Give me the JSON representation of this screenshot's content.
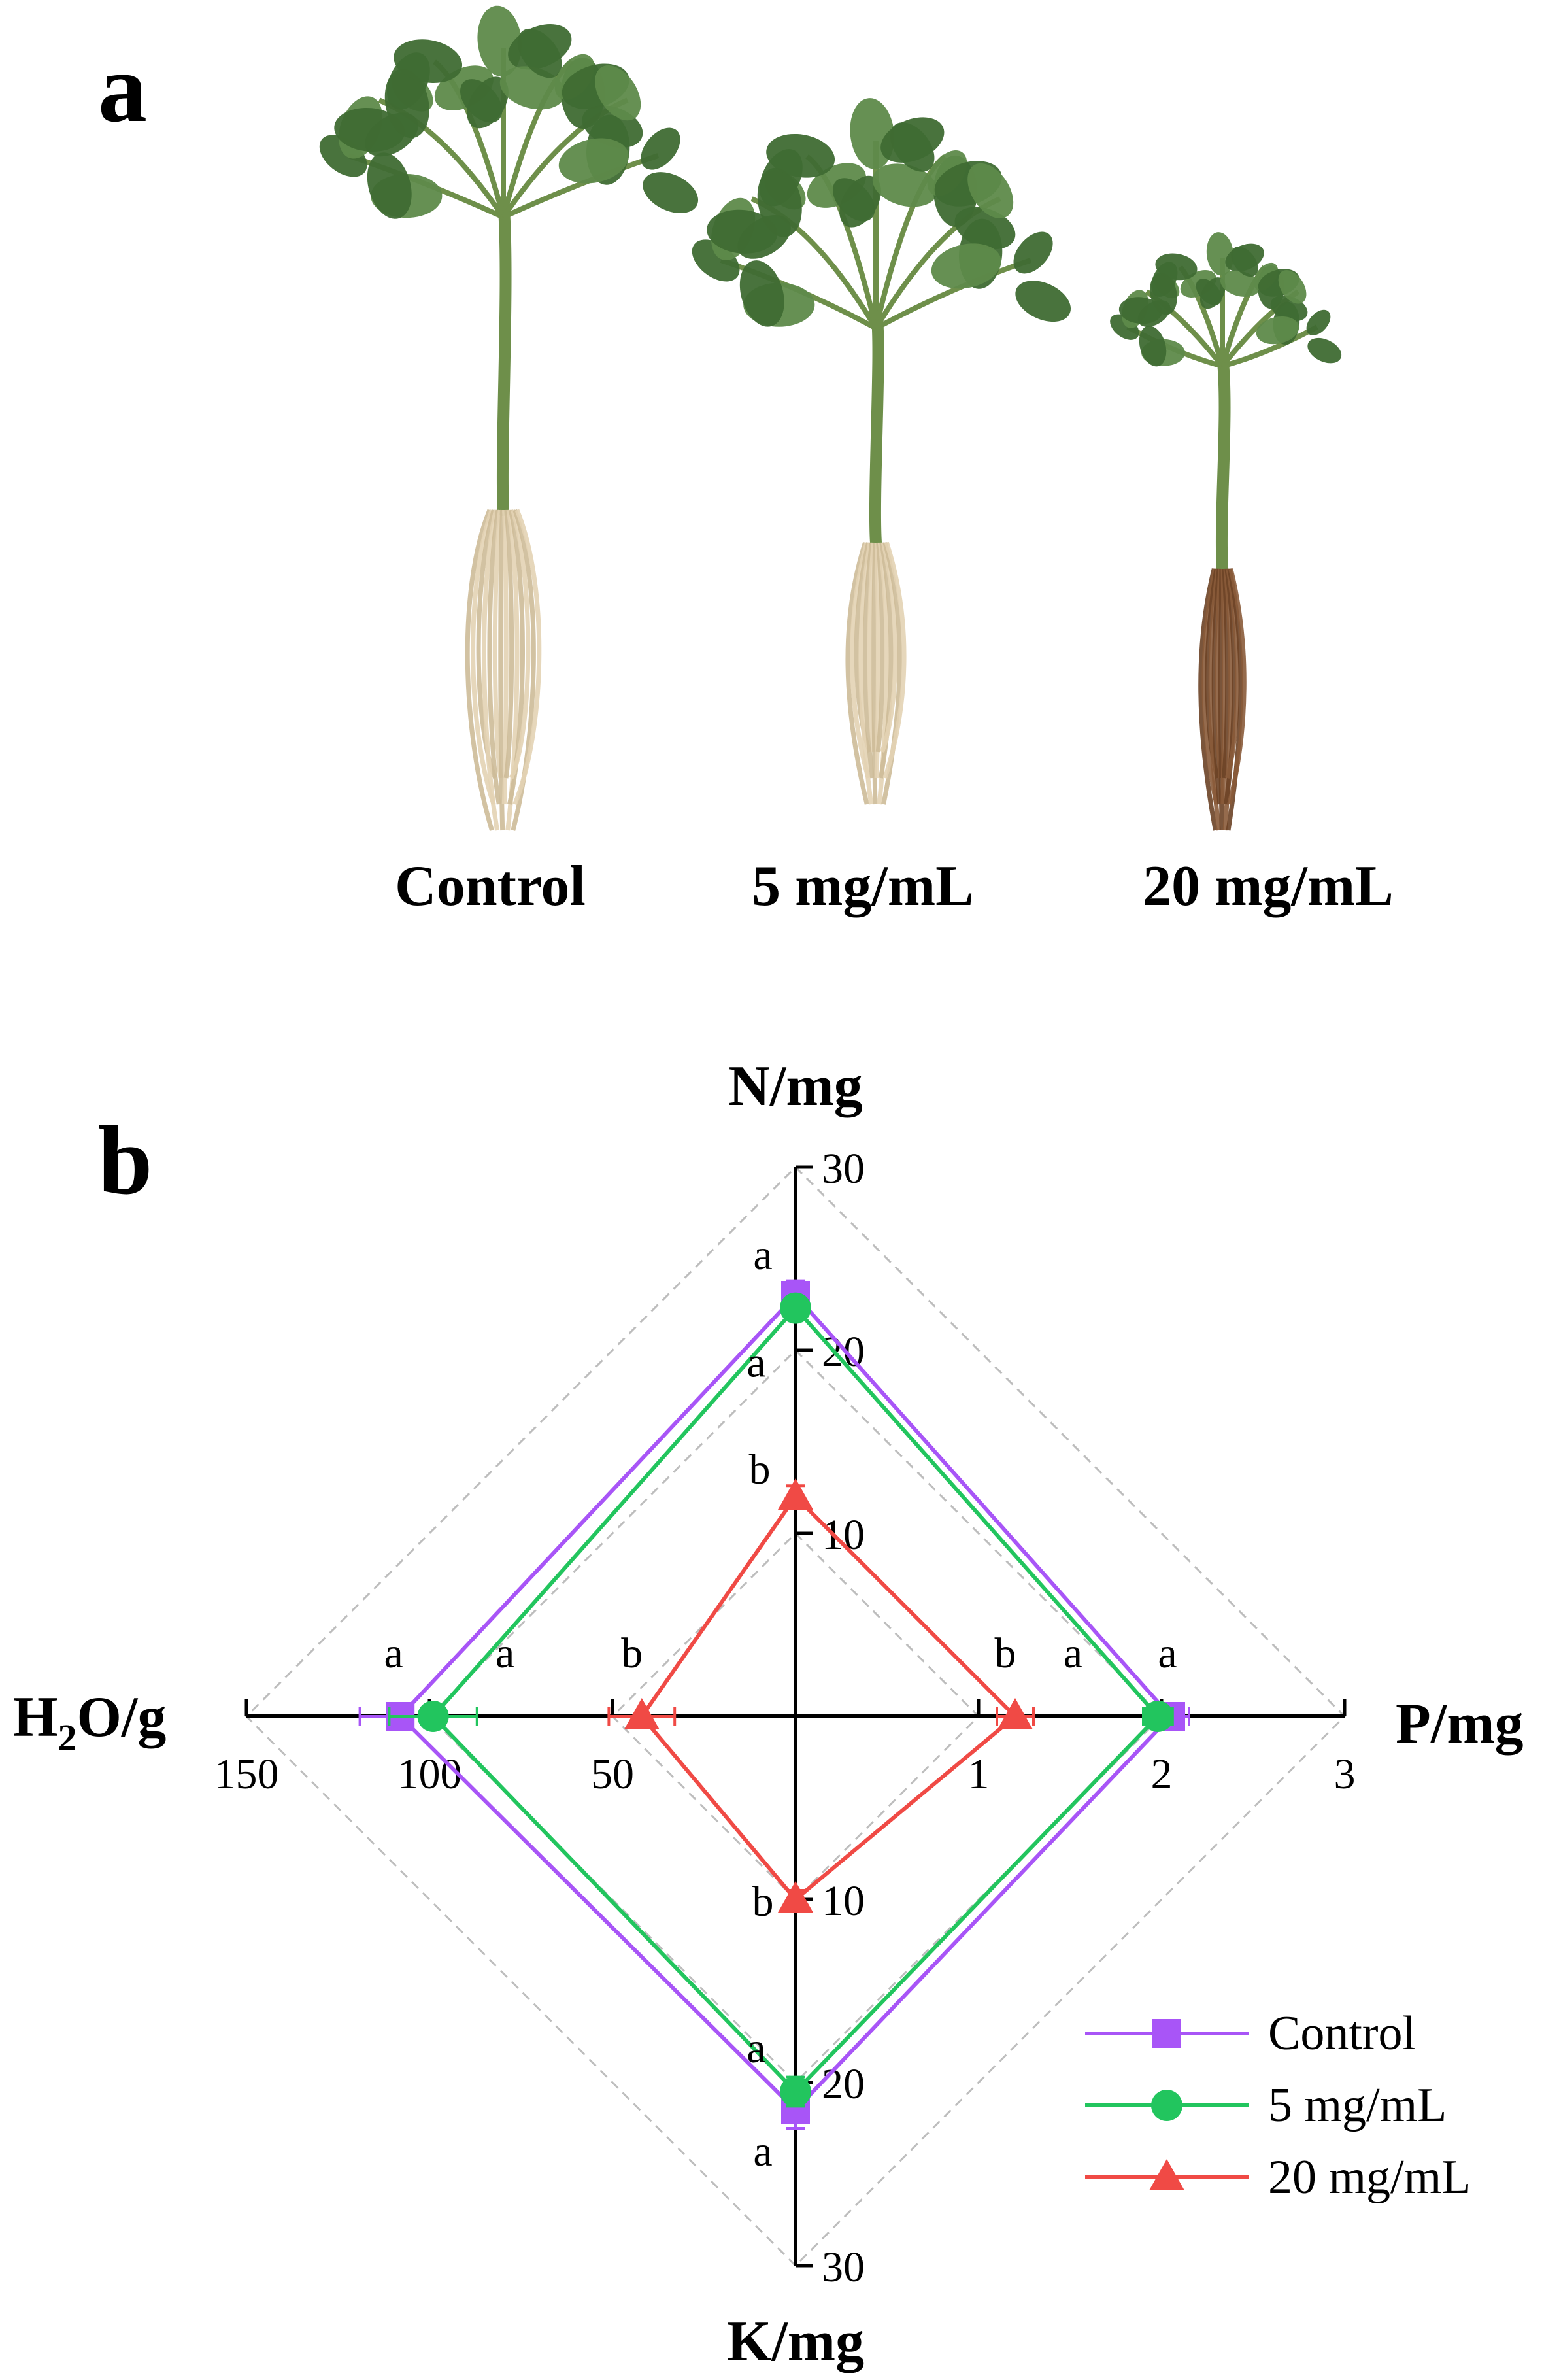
{
  "panel_a": {
    "letter": "a",
    "labels": [
      "Control",
      "5 mg/mL",
      "20 mg/mL"
    ]
  },
  "panel_b": {
    "letter": "b"
  },
  "colors": {
    "control": "#A855F7",
    "mg5": "#22C55E",
    "mg20": "#F04A45",
    "stem": "#6E8F4A",
    "leaf": "#3F6B33",
    "root_light": "#E3D3B4",
    "root_dark": "#8A5B3A"
  },
  "chart_data": {
    "type": "radar",
    "axes": [
      {
        "name": "N/mg",
        "direction": "up",
        "range": [
          0,
          30
        ],
        "ticks": [
          "10",
          "20",
          "30"
        ]
      },
      {
        "name": "P/mg",
        "direction": "right",
        "range": [
          0,
          3
        ],
        "ticks": [
          "1",
          "2",
          "3"
        ]
      },
      {
        "name": "K/mg",
        "direction": "down",
        "range": [
          0,
          30
        ],
        "ticks": [
          "10",
          "20",
          "30"
        ]
      },
      {
        "name": "H2O/g",
        "name_main": "H",
        "name_sub": "2",
        "name_rest": "O/g",
        "direction": "left",
        "range": [
          0,
          150
        ],
        "ticks": [
          "50",
          "100",
          "150"
        ]
      }
    ],
    "series": [
      {
        "name": "Control",
        "marker": "square",
        "color": "#A855F7",
        "values": {
          "N": 23.0,
          "P": 2.05,
          "K": 21.5,
          "H2O": 108
        },
        "err": {
          "N": 0.8,
          "P": 0.1,
          "K": 1.0,
          "H2O": 11
        },
        "letters": {
          "N": "a",
          "P": "a",
          "K": "a",
          "H2O": "a"
        }
      },
      {
        "name": "5 mg/mL",
        "marker": "circle",
        "color": "#22C55E",
        "values": {
          "N": 22.3,
          "P": 1.98,
          "K": 20.5,
          "H2O": 99
        },
        "err": {
          "N": 0.6,
          "P": 0.08,
          "K": 0.8,
          "H2O": 12
        },
        "letters": {
          "N": "a",
          "P": "a",
          "K": "a",
          "H2O": "a"
        }
      },
      {
        "name": "20 mg/mL",
        "marker": "triangle",
        "color": "#F04A45",
        "values": {
          "N": 12.0,
          "P": 1.2,
          "K": 10.0,
          "H2O": 42
        },
        "err": {
          "N": 0.6,
          "P": 0.1,
          "K": 0.5,
          "H2O": 9
        },
        "letters": {
          "N": "b",
          "P": "b",
          "K": "b",
          "H2O": "b"
        }
      }
    ],
    "grid": "diamond-dashed",
    "legend": "bottom-right"
  }
}
